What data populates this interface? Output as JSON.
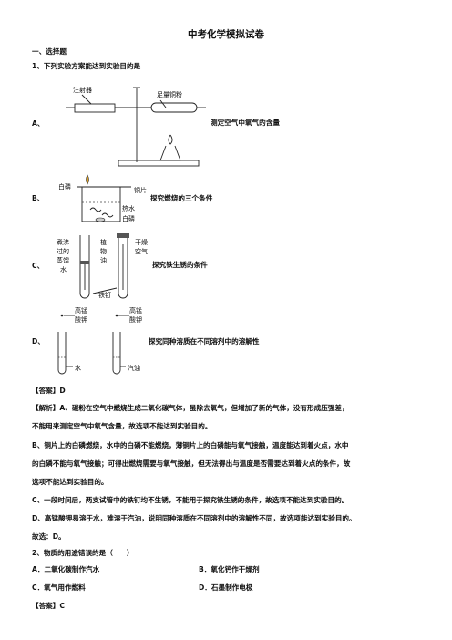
{
  "doc": {
    "title": "中考化学模拟试卷",
    "section1": "一、选择题",
    "q1": {
      "stem": "1、下列实验方案能达到实验目的是",
      "options": [
        {
          "label": "A、",
          "text": "测定空气中氧气的含量"
        },
        {
          "label": "B、",
          "text": "探究燃烧的三个条件"
        },
        {
          "label": "C、",
          "text": "探究铁生锈的条件"
        },
        {
          "label": "D、",
          "text": "探究同种溶质在不同溶剂中的溶解性"
        }
      ],
      "figA": {
        "syringe": "注射器",
        "copper": "足量铜粉"
      },
      "figB": {
        "white_p": "白磷",
        "copper_sheet": "铜片",
        "hot_water": "热水",
        "white_p2": "白磷"
      },
      "figC": {
        "l1": "煮沸",
        "l2": "过的",
        "l3": "蒸馏",
        "l4": "水",
        "m1": "植",
        "m2": "物",
        "m3": "油",
        "r1": "干燥",
        "r2": "空气",
        "nail": "铁钉"
      },
      "figD": {
        "k1a": "高锰",
        "k1b": "酸钾",
        "k2a": "高锰",
        "k2b": "酸钾",
        "water": "水",
        "gasoline": "汽油"
      },
      "answer_label": "【答案】",
      "answer": "D",
      "analysis_label": "【解析】",
      "analysis": [
        "A、碳粉在空气中燃烧生成二氧化碳气体，虽除去氧气，但增加了新的气体，没有形成压强差，",
        "不能用来测定空气中氧气含量，故选项不能达到实验目的。",
        "B、铜片上的白磷燃烧，水中的白磷不能燃烧，薄铜片上的白磷能与氧气接触，温度能达到着火点，水中",
        "的白磷不能与氧气接触；可得出燃烧需要与氧气接触，但无法得出与温度是否需要达到着火点的条件，故",
        "选项不能达到实验目的。",
        "C、一段时间后，两支试管中的铁钉均不生锈，不能用于探究铁生锈的条件，故选项不能达到实验目的。",
        "D、高锰酸钾易溶于水，难溶于汽油，说明同种溶质在不同溶剂中的溶解性不同，故选项能达到实验目的。",
        "故选：D。"
      ]
    },
    "q2": {
      "stem": "2、物质的用途错误的是（　　）",
      "options": [
        {
          "label": "A．",
          "text": "二氧化碳制作汽水"
        },
        {
          "label": "B．",
          "text": "氧化钙作干燥剂"
        },
        {
          "label": "C．",
          "text": "氧气用作燃料"
        },
        {
          "label": "D．",
          "text": "石墨制作电极"
        }
      ],
      "answer_label": "【答案】",
      "answer": "C"
    }
  }
}
